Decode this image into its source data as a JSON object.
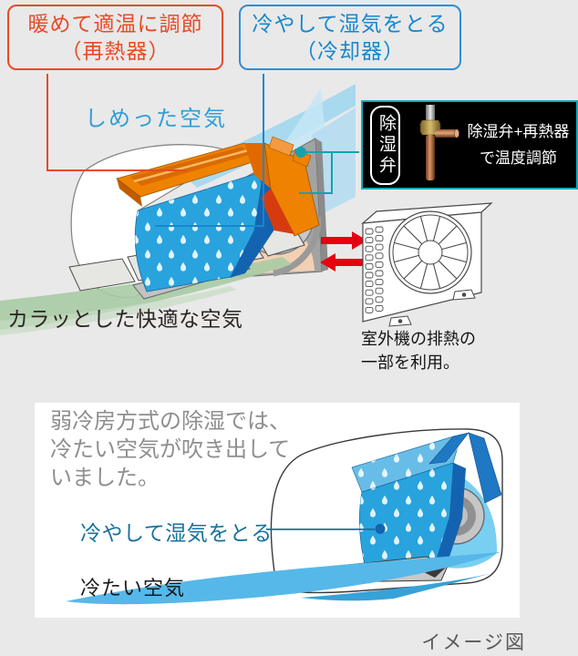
{
  "colors": {
    "page_bg": "#e9e9e9",
    "panel_bg": "#ffffff",
    "orange_accent": "#e94a26",
    "blue_accent": "#1687cd",
    "sky_text": "#2e9ed8",
    "teal_accent": "#14a3ad",
    "red_arrow": "#e60012",
    "reheater_orange": "#ef8200",
    "cooler_blue": "#29a3dd",
    "cooler_dark_blue": "#1463b0",
    "roof_blue": "#1e78c4",
    "humid_stream": "#a9d9ef",
    "dry_stream": "#a8cba4",
    "cold_stream": "#56b8e8",
    "valve_panel_bg": "#000000"
  },
  "top": {
    "reheater_label_line1": "暖めて適温に調節",
    "reheater_label_line2": "（再熱器）",
    "cooler_label_line1": "冷やして湿気をとる",
    "cooler_label_line2": "（冷却器）",
    "humid_air": "しめった空気",
    "dry_air": "カラッとした快適な空気",
    "valve_badge": "除湿弁",
    "valve_note_line1": "除湿弁+再熱器",
    "valve_note_line2": "で温度調節",
    "outdoor_note_line1": "室外機の排熱の",
    "outdoor_note_line2": "一部を利用。"
  },
  "old_method_panel": {
    "desc_line1": "弱冷房方式の除湿では、",
    "desc_line2": "冷たい空気が吹き出して",
    "desc_line3": "いました。",
    "cooler_label": "冷やして湿気をとる",
    "cold_air": "冷たい空気"
  },
  "caption": "イメージ図"
}
